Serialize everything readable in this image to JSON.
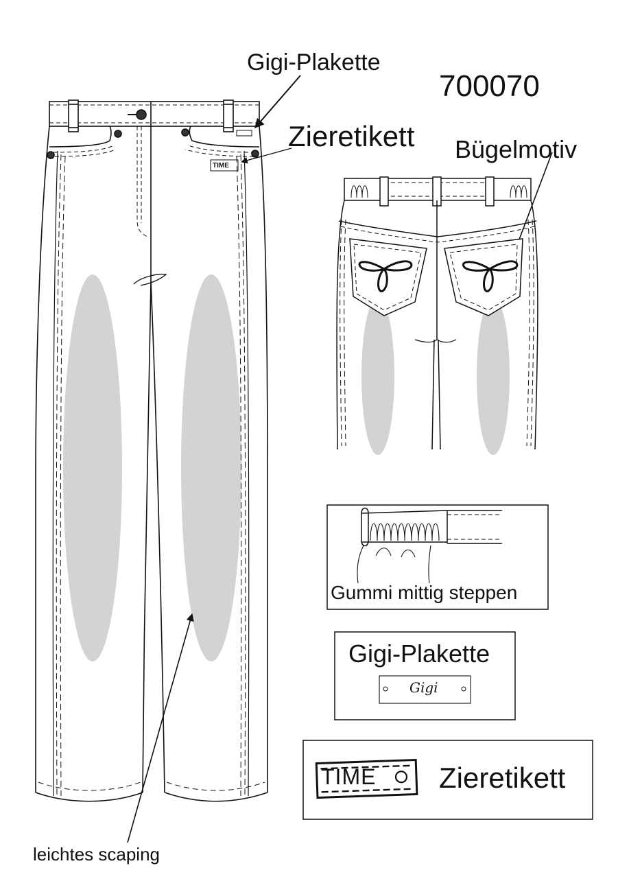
{
  "style_number": "700070",
  "labels": {
    "gigi_plakette": "Gigi-Plakette",
    "zieretikett": "Zieretikett",
    "buegelmotiv": "Bügelmotiv",
    "leichtes_scaping": "leichtes scaping",
    "gummi_mittig_steppen": "Gummi mittig steppen"
  },
  "detail_boxes": {
    "gigi_plakette_title": "Gigi-Plakette",
    "gigi_logo_text": "Gigi",
    "zieretikett_title": "Zieretikett",
    "time_label_text": "TIME"
  },
  "colors": {
    "line": "#111111",
    "fading": "#d3d3d3",
    "background": "#ffffff"
  }
}
